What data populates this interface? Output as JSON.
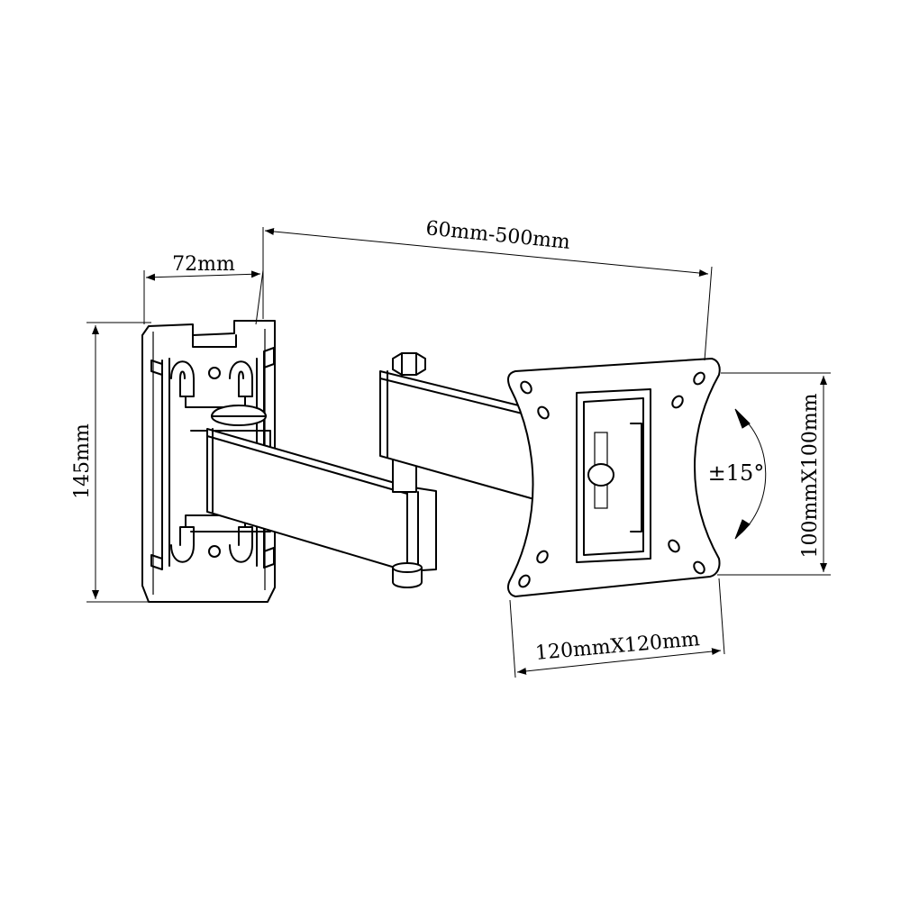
{
  "dimensions": {
    "plate_width": "72mm",
    "plate_height": "145mm",
    "arm_extension": "60mm-500mm",
    "vesa_horizontal": "120mmX120mm",
    "vesa_vertical": "100mmX100mm",
    "tilt_angle": "±15°"
  }
}
